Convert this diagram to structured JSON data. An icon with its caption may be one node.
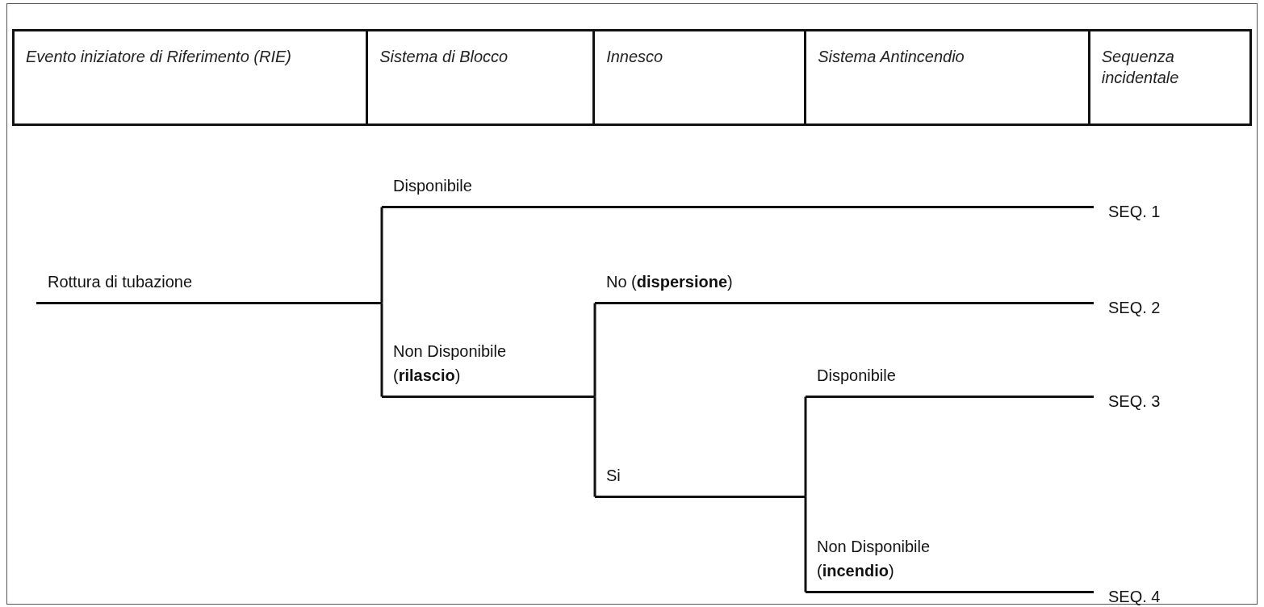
{
  "diagram": {
    "nodes": [
      {
        "text": [
          "Evento iniziatore di Riferimento (RIE)"
        ]
      },
      {
        "text": [
          "Sistema di Blocco"
        ]
      },
      {
        "text": [
          "Innesco"
        ]
      },
      {
        "text": [
          "Sistema Antincendio"
        ]
      },
      {
        "text": [
          "Sequenza incidentale"
        ]
      },
      {
        "text": [
          "Rottura di tubazione"
        ]
      },
      {
        "text": [
          "Disponibile"
        ]
      },
      {
        "text": [
          "Non Disponibile (**rilascio**)"
        ]
      },
      {
        "text": [
          "No (**dispersione**)"
        ]
      },
      {
        "text": [
          "Si"
        ]
      },
      {
        "text": [
          "Disponibile"
        ]
      },
      {
        "text": [
          "Non Disponibile (**incendio**)"
        ]
      },
      {
        "text": [
          "SEQ. 1"
        ]
      },
      {
        "text": [
          "SEQ. 2"
        ]
      },
      {
        "text": [
          "SEQ. 3"
        ]
      },
      {
        "text": [
          "SEQ. 4"
        ]
      }
    ],
    "edges": [
      {
        "from": 5,
        "to": 6,
        "arrow": "none"
      },
      {
        "from": 5,
        "to": 7,
        "arrow": "none"
      },
      {
        "from": 7,
        "to": 8,
        "arrow": "none"
      },
      {
        "from": 7,
        "to": 9,
        "arrow": "none"
      },
      {
        "from": 9,
        "to": 10,
        "arrow": "none"
      },
      {
        "from": 9,
        "to": 11,
        "arrow": "none"
      },
      {
        "from": 6,
        "to": 12,
        "arrow": "none"
      },
      {
        "from": 8,
        "to": 13,
        "arrow": "none"
      },
      {
        "from": 10,
        "to": 14,
        "arrow": "none"
      },
      {
        "from": 11,
        "to": 15,
        "arrow": "none"
      }
    ]
  }
}
